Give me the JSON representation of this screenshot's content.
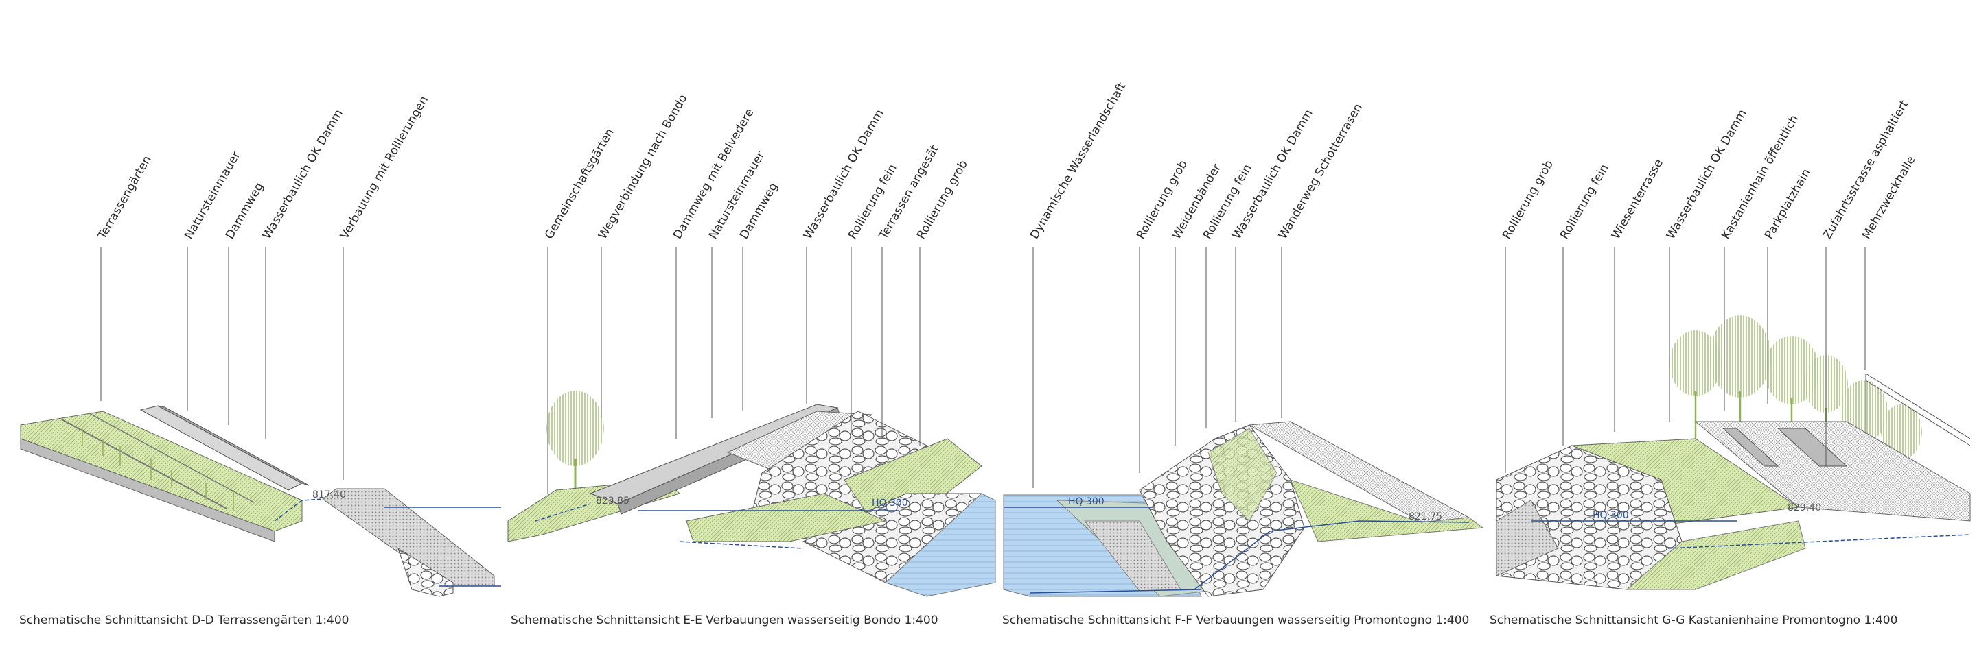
{
  "colors": {
    "grass": "#b9d27e",
    "grass_dark": "#8fb256",
    "stone": "#cfcfcf",
    "gravel": "#a9a9a9",
    "water": "#a9cbe9",
    "water_line": "#2a4f95",
    "tree": "#9cc26a"
  },
  "panels": [
    {
      "id": "dd",
      "caption": "Schematische Schnittansicht D-D Terrassengärten 1:400",
      "labels": [
        "Terrassengärten",
        "Natursteinmauer",
        "Dammweg",
        "Wasserbaulich OK Damm",
        "Verbauung mit Rollierungen"
      ],
      "level": "817.40",
      "hq": ""
    },
    {
      "id": "ee",
      "caption": "Schematische Schnittansicht E-E Verbauungen wasserseitig Bondo 1:400",
      "labels": [
        "Gemeinschaftsgärten",
        "Wegverbindung nach Bondo",
        "Dammweg mit Belvedere",
        "Natursteinmauer",
        "Dammweg",
        "Wasserbaulich OK Damm",
        "Rollierung fein",
        "Terrassen angesät",
        "Rollierung grob"
      ],
      "level": "823.85",
      "hq": "HQ 300"
    },
    {
      "id": "ff",
      "caption": "Schematische Schnittansicht F-F Verbauungen wasserseitig Promontogno 1:400",
      "labels": [
        "Dynamische Wasserlandschaft",
        "Rollierung grob",
        "Weidenbänder",
        "Rollierung fein",
        "Wasserbaulich OK Damm",
        "Wanderweg Schotterrasen"
      ],
      "level": "821.75",
      "hq": "HQ 300"
    },
    {
      "id": "gg",
      "caption": "Schematische Schnittansicht G-G Kastanienhaine Promontogno 1:400",
      "labels": [
        "Rollierung grob",
        "Rollierung fein",
        "Wiesenterrasse",
        "Wasserbaulich OK Damm",
        "Kastanienhain öffentlich",
        "Parkplatzhain",
        "Zufahrtsstrasse asphaltiert",
        "Mehrzweckhalle"
      ],
      "level": "829.40",
      "hq": "HQ 300"
    }
  ]
}
